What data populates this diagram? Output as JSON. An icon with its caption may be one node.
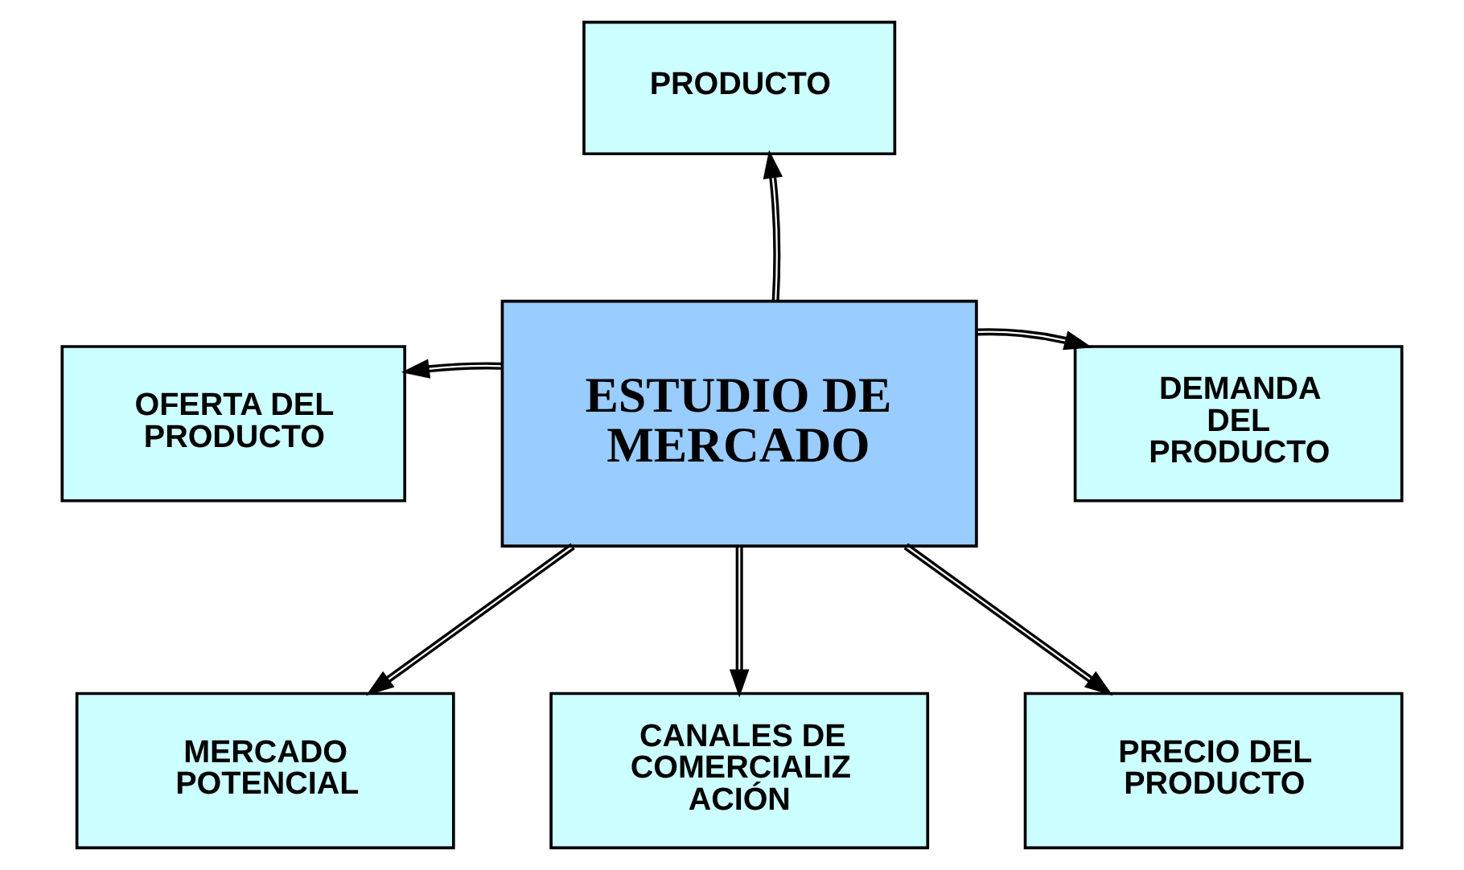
{
  "diagram": {
    "nodes": [
      {
        "text": [
          "PRODUCTO"
        ]
      },
      {
        "text": [
          "ESTUDIO DE MERCADO"
        ]
      },
      {
        "text": [
          "OFERTA DEL PRODUCTO"
        ]
      },
      {
        "text": [
          "DEMANDA DEL PRODUCTO"
        ]
      },
      {
        "text": [
          "MERCADO POTENCIAL"
        ]
      },
      {
        "text": [
          "CANALES DE COMERCIALIZ ACIÓN"
        ]
      },
      {
        "text": [
          "PRECIO DEL PRODUCTO"
        ]
      }
    ],
    "edges": [
      {
        "from": 1,
        "to": 0,
        "arrow": "to"
      },
      {
        "from": 1,
        "to": 2,
        "arrow": "to"
      },
      {
        "from": 1,
        "to": 3,
        "arrow": "to"
      },
      {
        "from": 1,
        "to": 4,
        "arrow": "to"
      },
      {
        "from": 1,
        "to": 5,
        "arrow": "to"
      },
      {
        "from": 1,
        "to": 6,
        "arrow": "to"
      }
    ]
  }
}
